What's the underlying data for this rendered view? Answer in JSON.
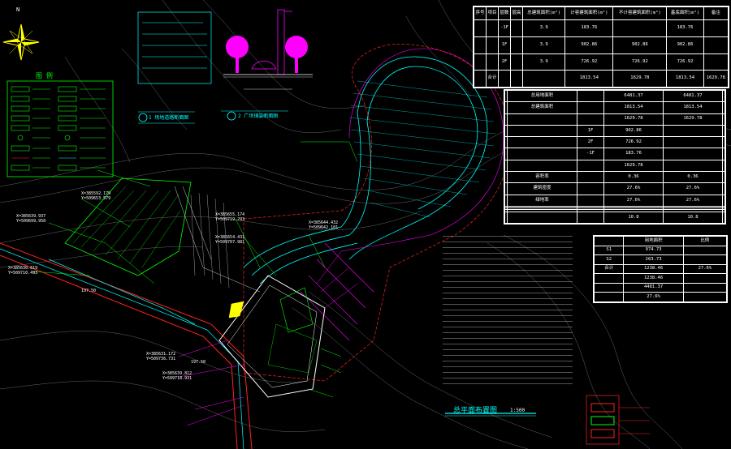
{
  "compass": {
    "north_label": "N"
  },
  "legend_title": "图 例",
  "scale_title": "总平面布置图",
  "scale_ratio": "1:500",
  "section_titles": [
    "1 场地道路断面图",
    "2 广场铺装断面图"
  ],
  "table1": {
    "headers": [
      "序号",
      "项目",
      "层数",
      "层高",
      "总建筑面积(m²)",
      "计容建筑面积(m²)",
      "不计容建筑面积(m²)",
      "基底面积(m²)",
      "备注"
    ],
    "rows": [
      [
        "",
        "",
        "-1F",
        "",
        "3.9",
        "183.76",
        "",
        "183.76",
        ""
      ],
      [
        "",
        "",
        "1F",
        "",
        "3.9",
        "902.86",
        "902.86",
        "902.86",
        ""
      ],
      [
        "",
        "",
        "2F",
        "",
        "3.9",
        "726.92",
        "726.92",
        "726.92",
        ""
      ],
      [
        "",
        "合计",
        "",
        "",
        "",
        "1813.54",
        "1629.78",
        "1813.54",
        "1629.78"
      ]
    ]
  },
  "table2": {
    "rows": [
      [
        "",
        "总用地面积",
        "",
        "6481.37",
        "6481.37",
        ""
      ],
      [
        "",
        "总建筑面积",
        "",
        "1813.54",
        "1813.54",
        ""
      ],
      [
        "",
        "",
        "",
        "1629.78",
        "1629.78",
        ""
      ],
      [
        "",
        "",
        "1F",
        "902.86",
        "",
        ""
      ],
      [
        "",
        "",
        "2F",
        "726.92",
        "",
        ""
      ],
      [
        "",
        "",
        "-1F",
        "183.76",
        "",
        ""
      ],
      [
        "",
        "",
        "",
        "1629.78",
        "",
        ""
      ],
      [
        "",
        "容积率",
        "",
        "0.36",
        "0.36",
        ""
      ],
      [
        "",
        "建筑密度",
        "",
        "27.6%",
        "27.6%",
        ""
      ],
      [
        "",
        "绿地率",
        "",
        "27.6%",
        "27.6%",
        ""
      ],
      [
        "",
        "",
        "",
        "",
        "",
        ""
      ],
      [
        "",
        "",
        "",
        "",
        "",
        ""
      ],
      [
        "",
        "",
        "",
        "",
        "",
        ""
      ],
      [
        "",
        "",
        "",
        "10.8",
        "10.8",
        ""
      ]
    ]
  },
  "table3": {
    "title": "用地面积",
    "headers": [
      "",
      "用地面积",
      "比例"
    ],
    "rows": [
      [
        "S1",
        "974.73",
        ""
      ],
      [
        "S2",
        "263.73",
        ""
      ],
      [
        "合计",
        "1238.46",
        "27.6%"
      ],
      [
        "",
        "1238.46",
        ""
      ],
      [
        "",
        "4481.37",
        ""
      ],
      [
        "",
        "27.6%",
        ""
      ]
    ]
  },
  "coords": [
    {
      "x": "X=385639.937",
      "y": "Y=509699.958"
    },
    {
      "x": "X=385630.619",
      "y": "Y=509710.493"
    },
    {
      "x": "X=385592.179",
      "y": "Y=509653.579"
    },
    {
      "x": "X=385655.174",
      "y": "Y=509719.293"
    },
    {
      "x": "X=385654.431",
      "y": "Y=509707.981"
    },
    {
      "x": "X=385644.432",
      "y": "Y=509642.101"
    },
    {
      "x": "X=385631.172",
      "y": "Y=509736.731"
    },
    {
      "x": "X=385639.812",
      "y": "Y=509718.931"
    }
  ],
  "elevations": [
    "197.50",
    "197.50"
  ],
  "colors": {
    "bg": "#000000",
    "cyan": "#00ffff",
    "green": "#00ff00",
    "magenta": "#ff00ff",
    "red": "#ff2020",
    "yellow": "#ffff00",
    "white": "#ffffff"
  }
}
